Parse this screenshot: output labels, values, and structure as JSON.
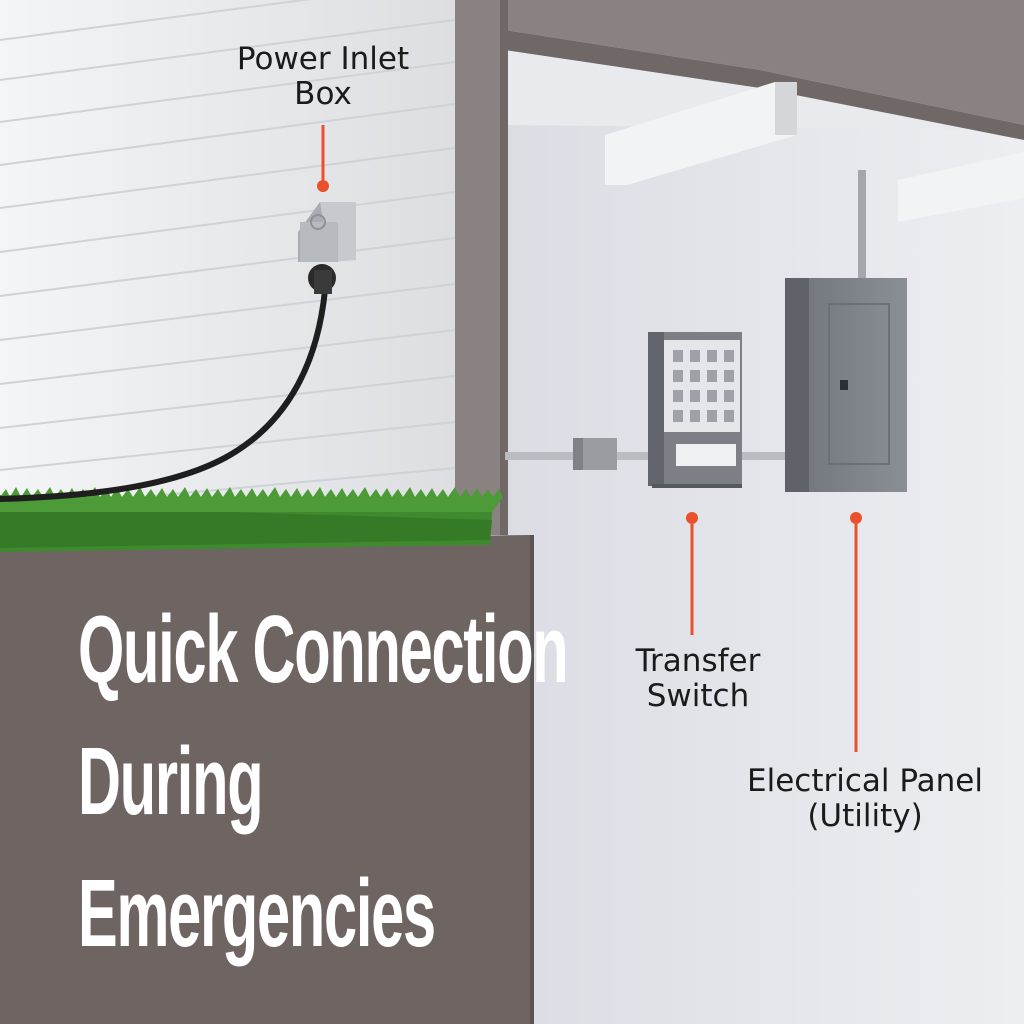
{
  "callouts": {
    "power_inlet_box": [
      "Power Inlet",
      "Box"
    ],
    "transfer_switch": [
      "Transfer",
      "Switch"
    ],
    "electrical_panel": [
      "Electrical Panel",
      "(Utility)"
    ]
  },
  "headline": [
    "Quick Connection",
    "During",
    "Emergencies"
  ],
  "colors": {
    "accent": "#e8512a",
    "foundation": "#6e6563",
    "wall_frame": "#8a8280",
    "interior_wall": "#e6e7ec",
    "siding": "#eef0f2",
    "grass": "#3f8a2f",
    "headline_text": "#ffffff"
  }
}
